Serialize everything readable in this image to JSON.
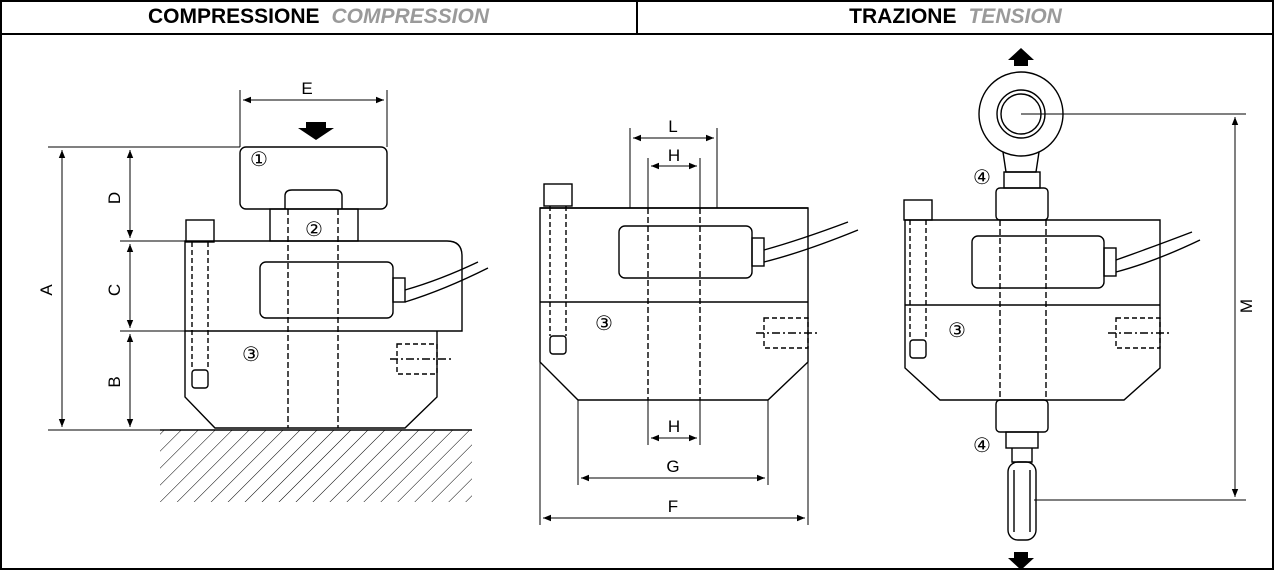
{
  "header": {
    "left": {
      "it": "COMPRESSIONE",
      "en": "COMPRESSION"
    },
    "right": {
      "it": "TRAZIONE",
      "en": "TENSION"
    }
  },
  "dimensions": {
    "A": "A",
    "B": "B",
    "C": "C",
    "D": "D",
    "E": "E",
    "L": "L",
    "H_top": "H",
    "H_bottom": "H",
    "G": "G",
    "F": "F",
    "M": "M"
  },
  "callouts": {
    "one": "①",
    "two": "②",
    "three_left": "③",
    "three_mid": "③",
    "three_right": "③",
    "four_top": "④",
    "four_bottom": "④"
  }
}
